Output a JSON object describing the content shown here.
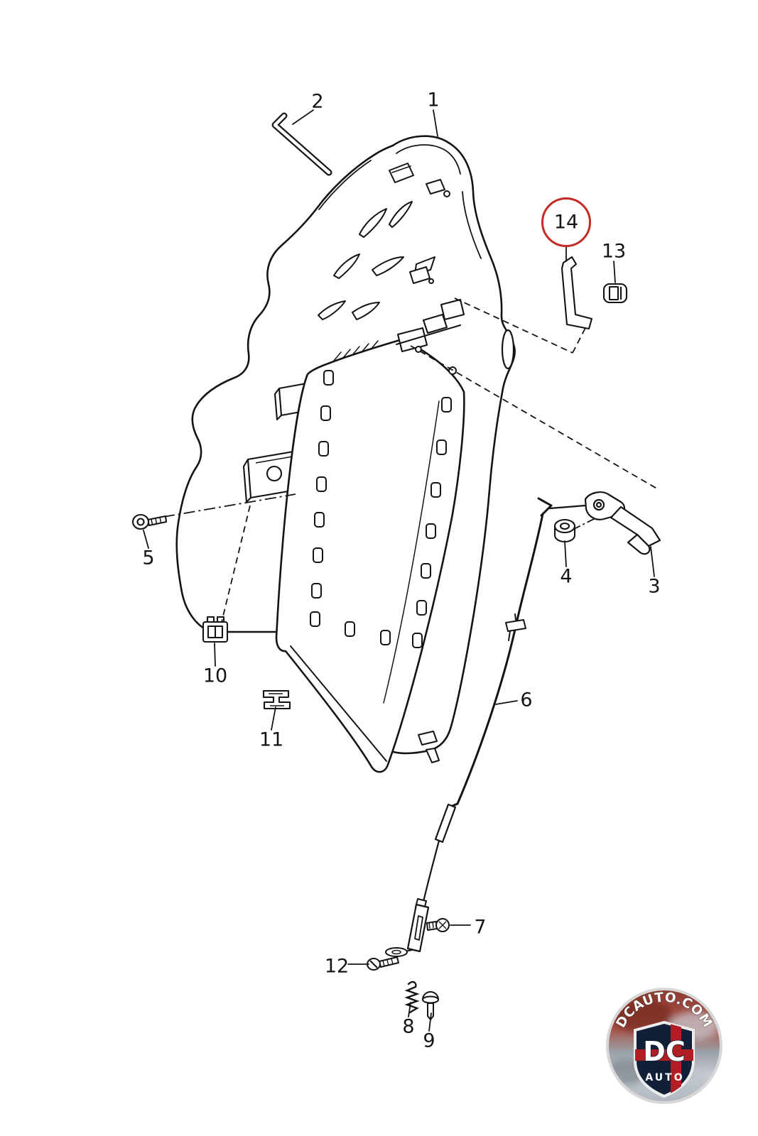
{
  "diagram": {
    "subject": "seat-backrest-frame-exploded-view",
    "background": "#ffffff",
    "line_color": "#141414",
    "callouts": [
      "1",
      "2",
      "3",
      "4",
      "5",
      "6",
      "7",
      "8",
      "9",
      "10",
      "11",
      "12",
      "13",
      "14"
    ],
    "highlighted_callout": "14",
    "highlight_color": "#c42a25"
  },
  "logo": {
    "site": "DCAUTO.COM",
    "initials": "DC",
    "word": "AUTO",
    "shield_color": "#121f38",
    "cross_color": "#b01e23"
  }
}
